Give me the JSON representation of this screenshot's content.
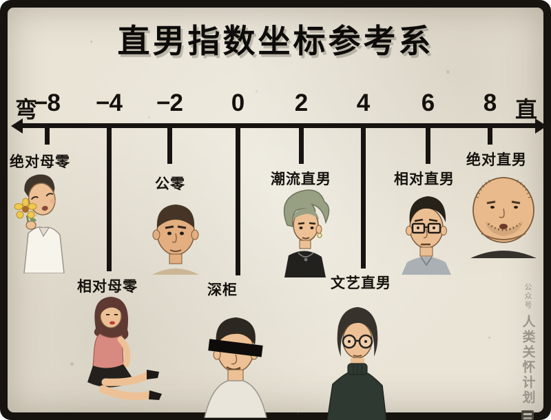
{
  "title": "直男指数坐标参考系",
  "axis": {
    "left_end_label": "弯",
    "right_end_label": "直",
    "tick_labels": [
      "−8",
      "−4",
      "−2",
      "0",
      "2",
      "4",
      "6",
      "8"
    ]
  },
  "categories": {
    "absolute_zero_bottom": "绝对母零",
    "relative_zero_bottom": "相对母零",
    "public_zero": "公零",
    "deep_closet": "深柜",
    "trendy_straight": "潮流直男",
    "artsy_straight": "文艺直男",
    "relative_straight": "相对直男",
    "absolute_straight": "绝对直男"
  },
  "watermark": {
    "account_prefix": "公众号",
    "account_name": "人类关怀计划"
  },
  "colors": {
    "paper": "#e9e4d6",
    "ink": "#161310",
    "skin": "#edc195",
    "blouse_red": "#d98a80",
    "hair_green": "#98a084"
  }
}
